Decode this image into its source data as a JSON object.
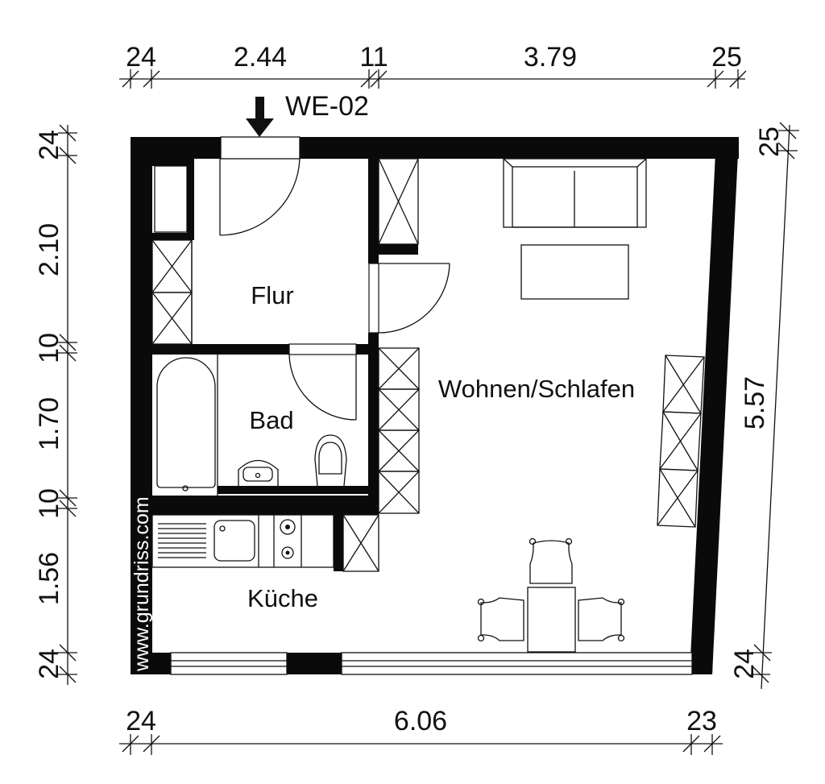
{
  "unit_label": "WE-02",
  "watermark": "www.grundriss.com",
  "rooms": {
    "flur": "Flur",
    "bad": "Bad",
    "kueche": "Küche",
    "wohnen": "Wohnen/Schlafen"
  },
  "dimensions": {
    "top": [
      "24",
      "2.44",
      "11",
      "3.79",
      "25"
    ],
    "bottom": [
      "24",
      "6.06",
      "23"
    ],
    "left": [
      "24",
      "2.10",
      "10",
      "1.70",
      "10",
      "1.56",
      "24"
    ],
    "right": [
      "25",
      "5.57",
      "24"
    ]
  },
  "icons": {
    "entrance": "entrance-arrow-icon"
  }
}
